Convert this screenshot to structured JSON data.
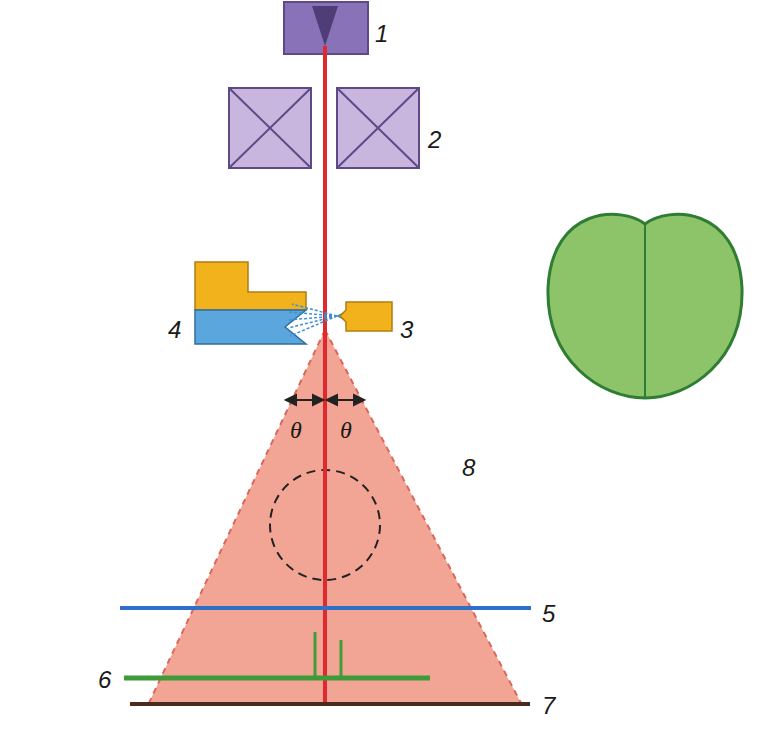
{
  "diagram": {
    "labels": [
      "1",
      "2",
      "3",
      "4",
      "θ",
      "θ",
      "8",
      "5",
      "6",
      "7"
    ]
  }
}
